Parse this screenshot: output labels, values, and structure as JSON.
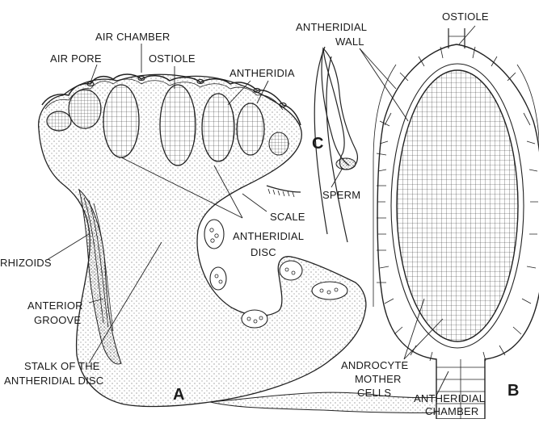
{
  "panels": {
    "a": "A",
    "b": "B",
    "c": "C"
  },
  "labels": {
    "air_chamber": "AIR CHAMBER",
    "air_pore": "AIR PORE",
    "ostiole_a": "OSTIOLE",
    "antheridia": "ANTHERIDIA",
    "antheridial_wall_1": "ANTHERIDIAL",
    "antheridial_wall_2": "WALL",
    "ostiole_b": "OSTIOLE",
    "sperm": "SPERM",
    "scale": "SCALE",
    "antheridial_disc_1": "ANTHERIDIAL",
    "antheridial_disc_2": "DISC",
    "rhizoids": "RHIZOIDS",
    "anterior_groove_1": "ANTERIOR",
    "anterior_groove_2": "GROOVE",
    "stalk_1": "STALK OF THE",
    "stalk_2": "ANTHERIDIAL DISC",
    "androcyte_1": "ANDROCYTE",
    "androcyte_2": "MOTHER",
    "androcyte_3": "CELLS",
    "antheridial_chamber_1": "ANTHERIDIAL",
    "antheridial_chamber_2": "CHAMBER"
  },
  "colors": {
    "ink": "#222222",
    "paper": "#ffffff"
  }
}
